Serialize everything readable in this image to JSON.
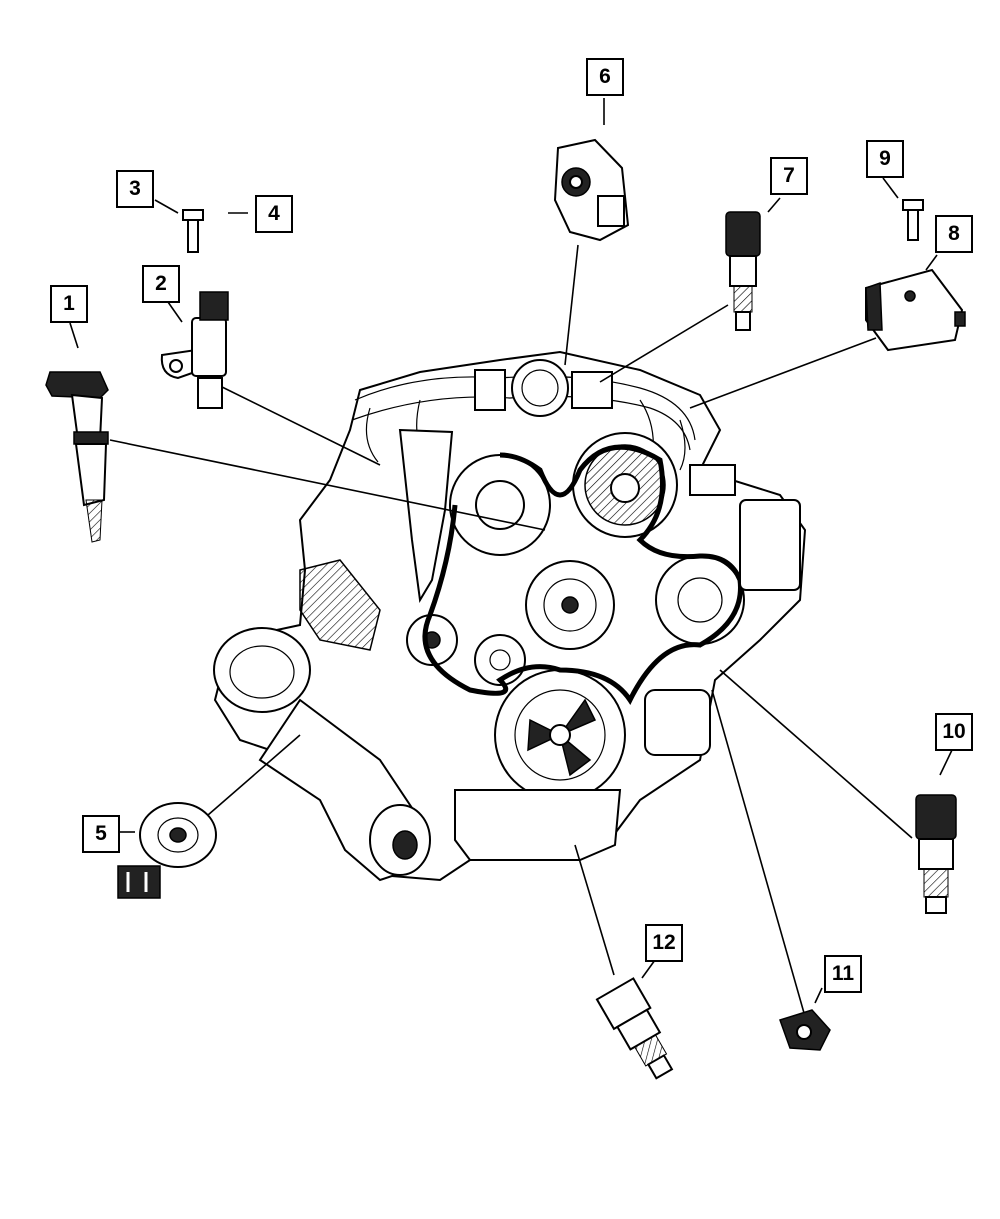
{
  "diagram": {
    "callouts": [
      {
        "id": 1,
        "label": "1"
      },
      {
        "id": 2,
        "label": "2"
      },
      {
        "id": 3,
        "label": "3"
      },
      {
        "id": 4,
        "label": "4"
      },
      {
        "id": 5,
        "label": "5"
      },
      {
        "id": 6,
        "label": "6"
      },
      {
        "id": 7,
        "label": "7"
      },
      {
        "id": 8,
        "label": "8"
      },
      {
        "id": 9,
        "label": "9"
      },
      {
        "id": 10,
        "label": "10"
      },
      {
        "id": 11,
        "label": "11"
      },
      {
        "id": 12,
        "label": "12"
      }
    ]
  }
}
